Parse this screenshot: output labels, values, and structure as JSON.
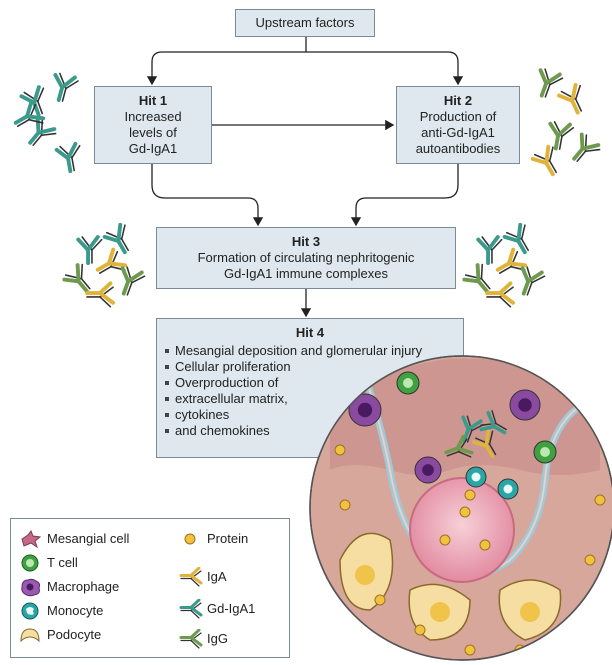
{
  "upstream": "Upstream factors",
  "hit1": {
    "title": "Hit 1",
    "line1": "Increased",
    "line2": "levels of",
    "line3": "Gd-IgA1"
  },
  "hit2": {
    "title": "Hit 2",
    "line1": "Production of",
    "line2": "anti-Gd-IgA1",
    "line3": "autoantibodies"
  },
  "hit3": {
    "title": "Hit 3",
    "line1": "Formation of circulating nephritogenic",
    "line2": "Gd-IgA1 immune complexes"
  },
  "hit4": {
    "title": "Hit 4",
    "items": [
      "Mesangial deposition and glomerular injury",
      "Cellular proliferation",
      "Overproduction of",
      "extracellular matrix,",
      "cytokines",
      "and chemokines"
    ]
  },
  "legend": {
    "mesangial": "Mesangial cell",
    "tcell": "T cell",
    "macrophage": "Macrophage",
    "monocyte": "Monocyte",
    "podocyte": "Podocyte",
    "protein": "Protein",
    "iga": "IgA",
    "gdiga": "Gd-IgA1",
    "igg": "IgG"
  },
  "colors": {
    "box_fill": "#dfe8ee",
    "gd_iga1": "#3a9a8c",
    "iga": "#e0b33a",
    "igg": "#6d9a4f",
    "tcell": "#3fa142",
    "macrophage": "#8a4aa0",
    "monocyte": "#2aa6a6",
    "protein": "#f2c23e",
    "tissue": "#d8aaa0"
  }
}
